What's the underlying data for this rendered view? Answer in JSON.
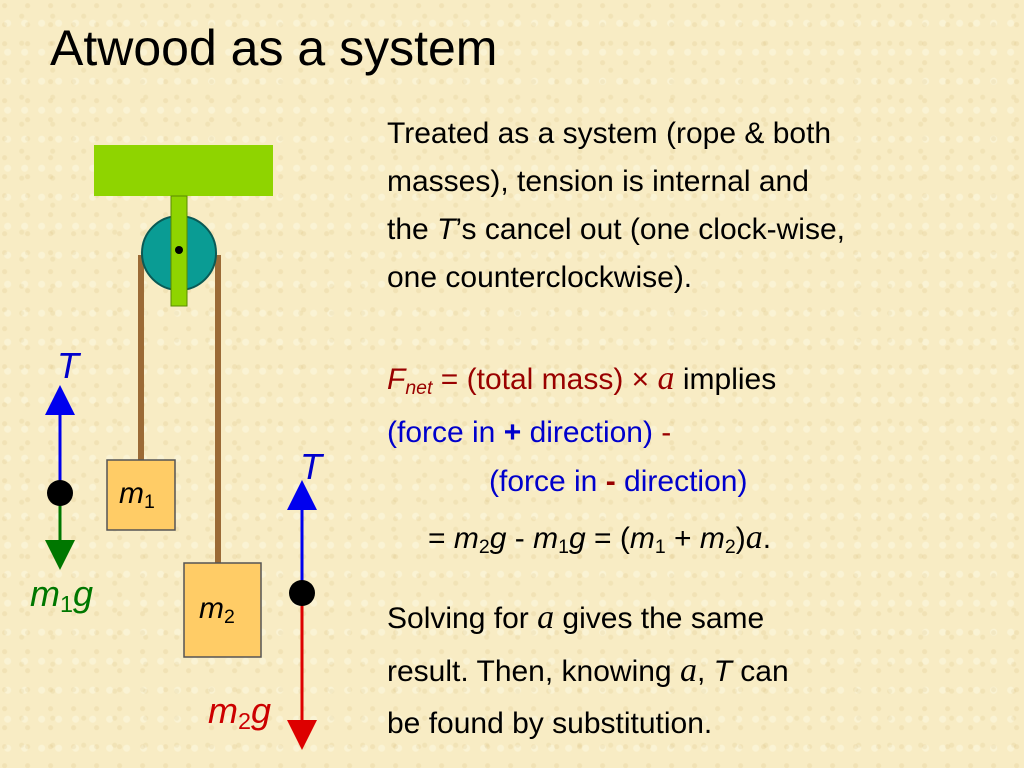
{
  "slide": {
    "title": "Atwood as a system",
    "paragraph1": {
      "line1": "Treated as a system (rope & both",
      "line2": "masses), tension is internal and",
      "line3_pre": "the ",
      "line3_T": "T",
      "line3_post": "’s cancel out (one clock-wise,",
      "line4": "one counterclockwise)."
    },
    "equation": {
      "F": "F",
      "net": "net",
      "eq_rest": " = (total mass) × ",
      "a": "a",
      "implies": "  implies",
      "force_plus_pre": "(force in ",
      "plus": "+",
      "force_plus_post": " direction)",
      "minus1": " -",
      "force_minus_pre": "(force in ",
      "minus": "-",
      "force_minus_post": " direction)",
      "final": {
        "eq": "= ",
        "m": "m",
        "two": "2",
        "g": "g",
        "minus": " - ",
        "one": "1",
        "eq2": " = (",
        "plus": " + ",
        "close": ")",
        "a": "a",
        "period": "."
      }
    },
    "paragraph2": {
      "line1_pre": "Solving for ",
      "a": "a",
      "line1_post": " gives the same",
      "line2_pre": "result.  Then, knowing ",
      "comma": ", ",
      "T": "T",
      "line2_post": " can",
      "line3": "be found by substitution."
    }
  },
  "diagram": {
    "mass1": {
      "m": "m",
      "sub": "1"
    },
    "mass2": {
      "m": "m",
      "sub": "2"
    },
    "left_tension": "T",
    "right_tension": "T",
    "left_weight": {
      "m": "m",
      "sub": "1",
      "g": "g"
    },
    "right_weight": {
      "m": "m",
      "sub": "2",
      "g": "g"
    },
    "colors": {
      "ceiling": "#8fd400",
      "axle_bar": "#8fd400",
      "pulley": "#0a9c94",
      "rope": "#9b6a36",
      "mass_box": "#ffcc66",
      "tension_arrow": "#0000ee",
      "weight1_arrow": "#007700",
      "weight2_arrow": "#dd0000"
    },
    "icons": [
      "pulley-icon",
      "ceiling-support",
      "mass-block"
    ]
  }
}
